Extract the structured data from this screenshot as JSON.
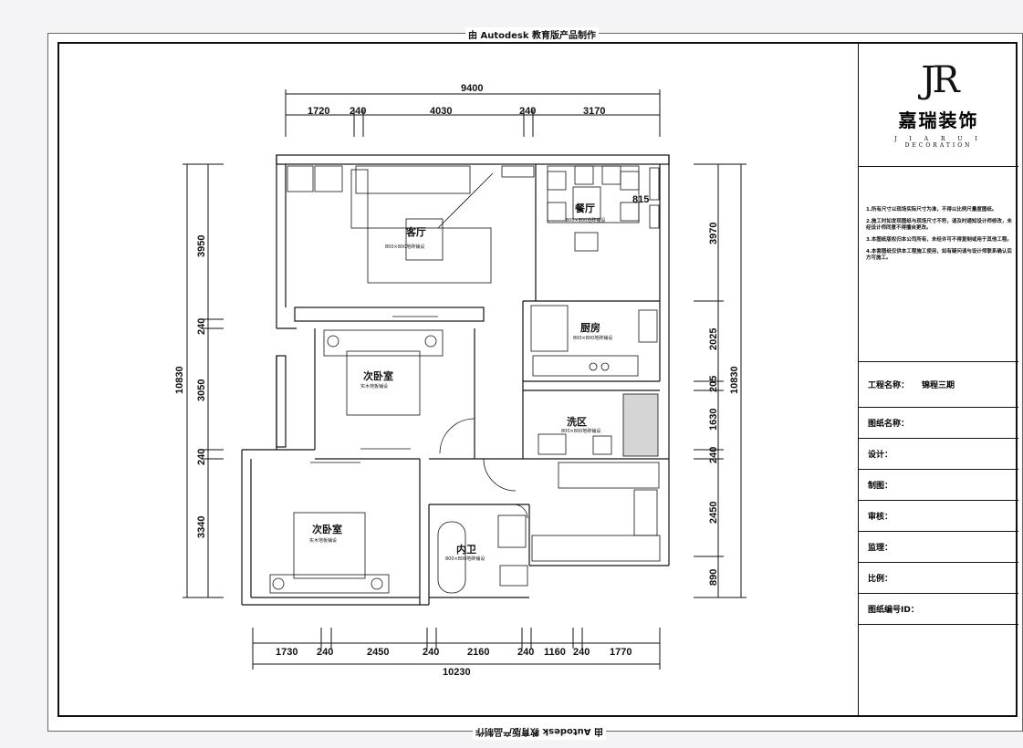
{
  "watermark": "由 Autodesk 教育版产品制作",
  "brand": {
    "mark": "JR",
    "name_cn": "嘉瑞装饰",
    "name_en_1": "J I A R U I",
    "name_en_2": "DECORATION"
  },
  "notes": [
    "1.所有尺寸以现场实际尺寸为准，不得以比例尺量度图纸。",
    "2.施工时如发现图纸与现场尺寸不符，请及时通知设计师修改，未经设计师同意不得擅自更改。",
    "3.本图纸版权归本公司所有，未经许可不得复制或用于其他工程。",
    "4.本套图纸仅供本工程施工使用，如有疑问请与设计师联系确认后方可施工。"
  ],
  "title_block": {
    "project_label": "工程名称：",
    "project_value": "锦程三期",
    "drawing_label": "图纸名称：",
    "design_label": "设计：",
    "draft_label": "制图：",
    "review_label": "审核：",
    "supervise_label": "监理：",
    "scale_label": "比例：",
    "number_label": "图纸编号ID："
  },
  "dims_top": {
    "total": "9400",
    "segments": [
      "1720",
      "240",
      "4030",
      "240",
      "3170"
    ]
  },
  "dims_bottom": {
    "total": "10230",
    "segments": [
      "1730",
      "240",
      "2450",
      "240",
      "2160",
      "240",
      "1160",
      "240",
      "1770"
    ]
  },
  "dims_left": {
    "total": "10830",
    "segments": [
      "3950",
      "240",
      "3050",
      "240",
      "3340"
    ]
  },
  "dims_right": {
    "total": "10830",
    "segments": [
      "3970",
      "2025",
      "205",
      "1630",
      "240",
      "2450",
      "890"
    ]
  },
  "rooms": {
    "living": "客厅",
    "dining": "餐厅",
    "kitchen": "厨房",
    "bedroom1": "次卧室",
    "bedroom2": "次卧室",
    "bath": "内卫",
    "washroom": "洗区",
    "floor_wood": "实木地板铺设",
    "floor_tile": "800×800地砖铺设",
    "dining_size": "815"
  },
  "colors": {
    "line": "#111111",
    "frame": "#111111"
  }
}
